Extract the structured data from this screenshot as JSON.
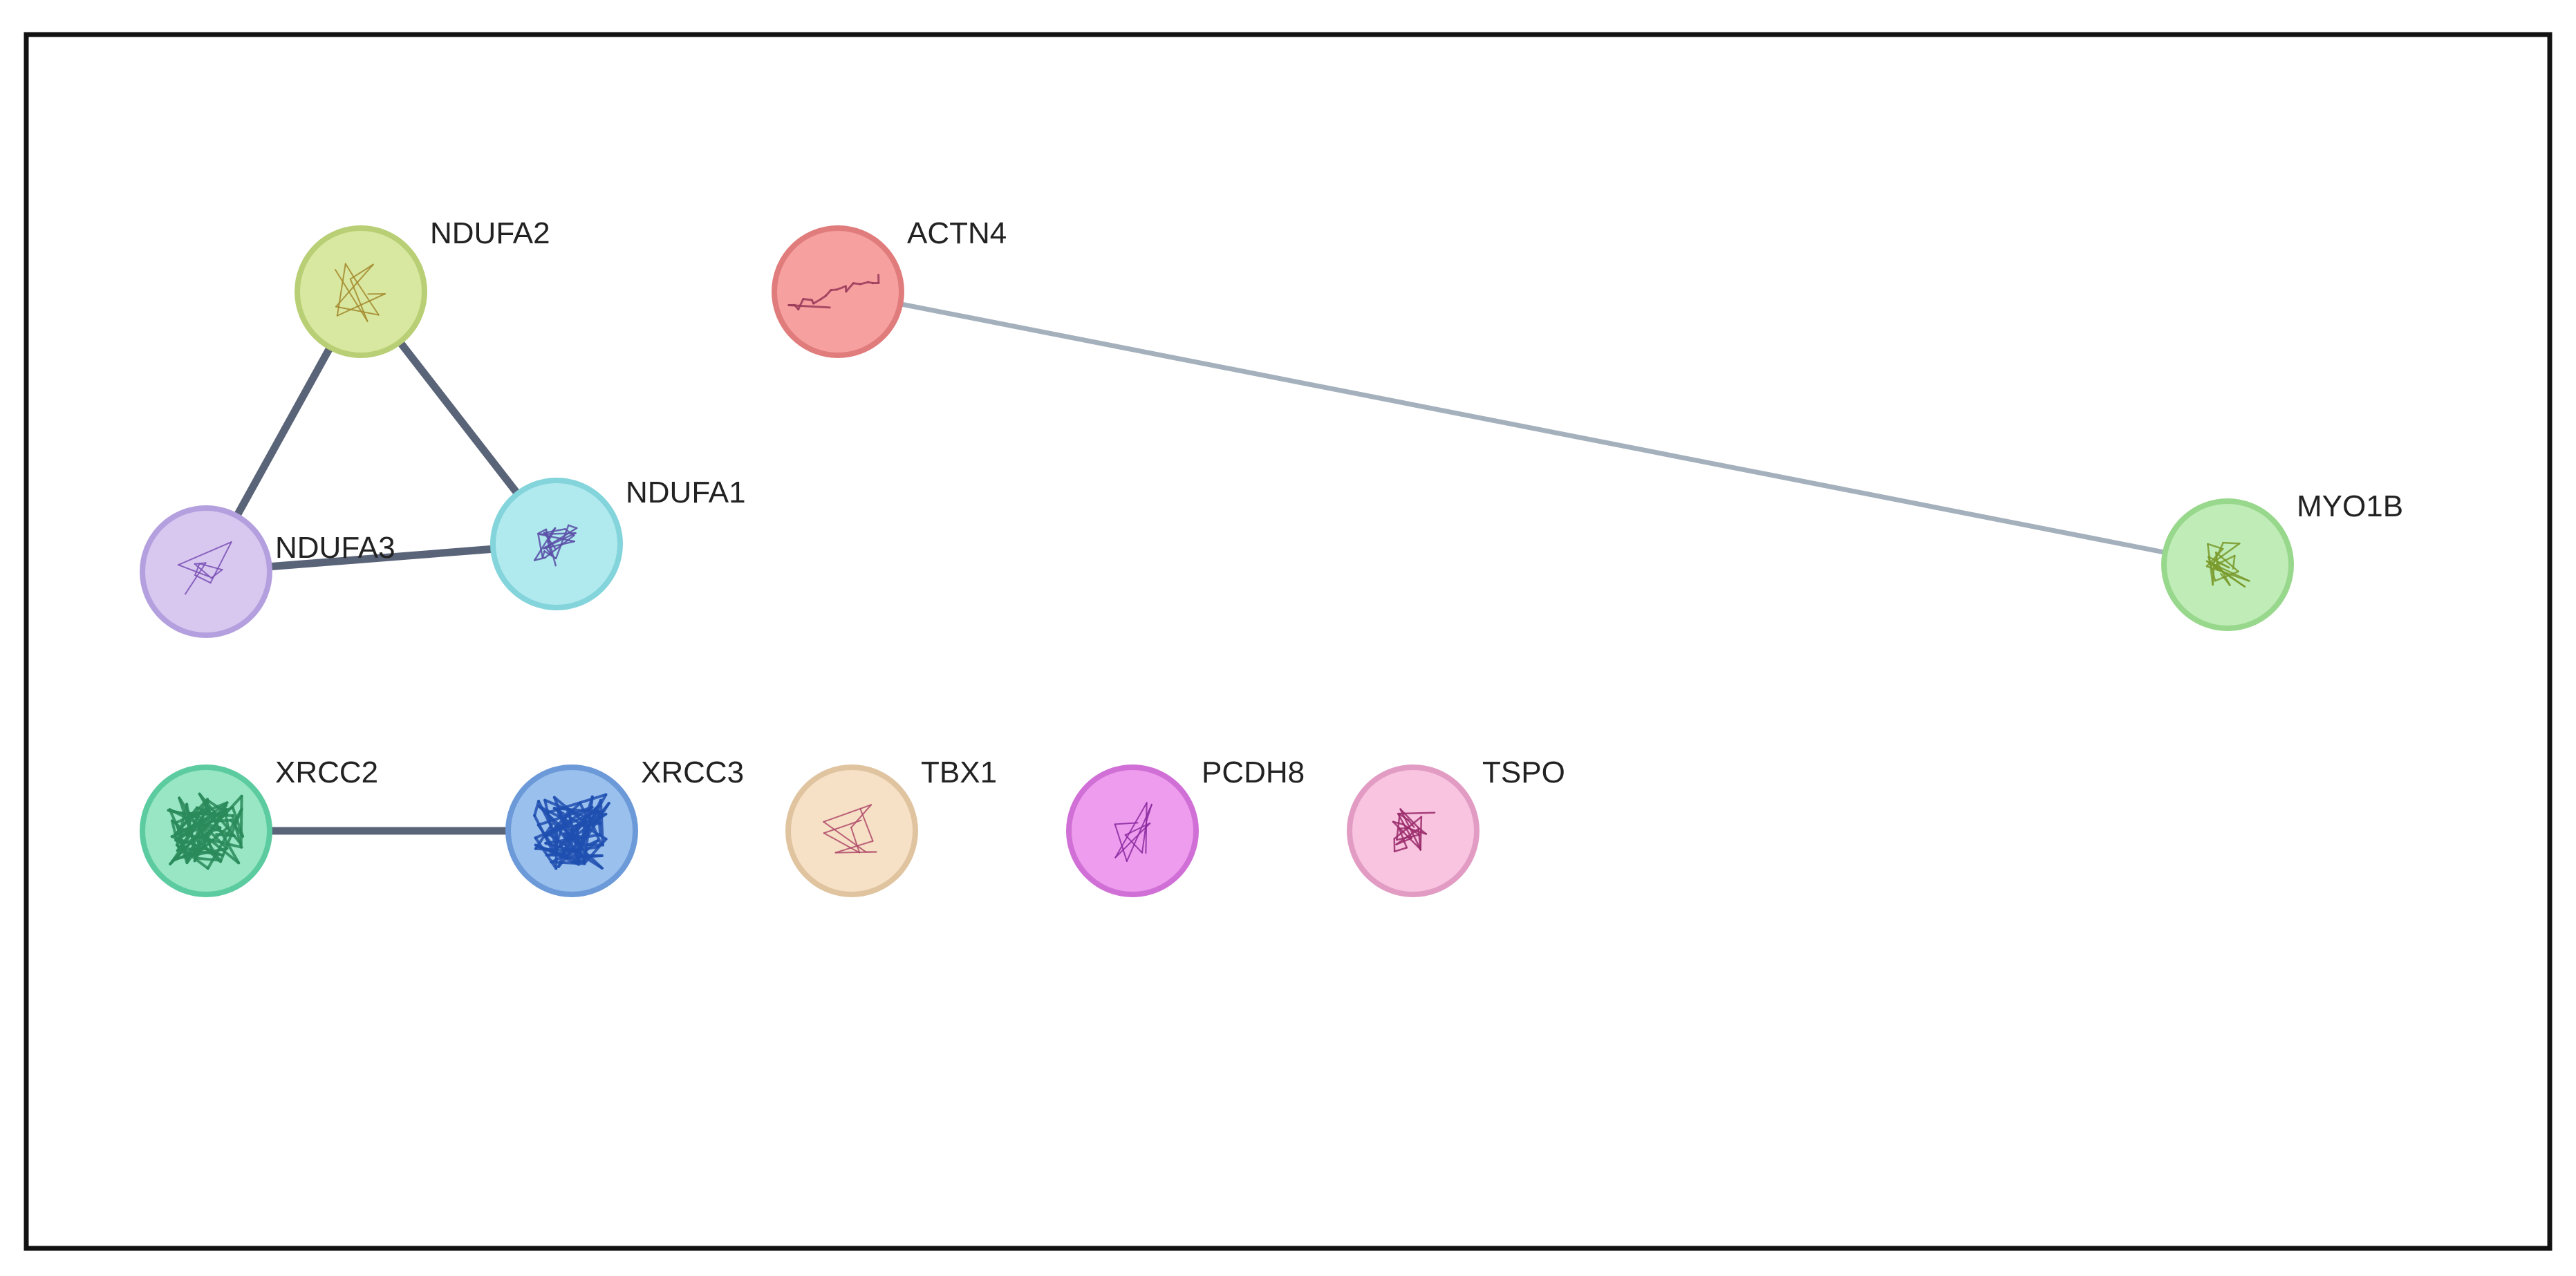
{
  "network": {
    "nodes": [
      {
        "id": "NDUFA2",
        "label": "NDUFA2",
        "color": "#d8e8a0",
        "stroke": "#b9cf75",
        "structure": "sparse",
        "ink": "#a4882c"
      },
      {
        "id": "NDUFA3",
        "label": "NDUFA3",
        "color": "#d8c8f0",
        "stroke": "#b4a0de",
        "structure": "sparse",
        "ink": "#7a4fb4"
      },
      {
        "id": "NDUFA1",
        "label": "NDUFA1",
        "color": "#b0eaee",
        "stroke": "#83d4db",
        "structure": "coil",
        "ink": "#5b4fa8"
      },
      {
        "id": "ACTN4",
        "label": "ACTN4",
        "color": "#f6a0a0",
        "stroke": "#e07c7c",
        "structure": "helix",
        "ink": "#9a3b5a"
      },
      {
        "id": "MYO1B",
        "label": "MYO1B",
        "color": "#c0ecb8",
        "stroke": "#98d88c",
        "structure": "coil",
        "ink": "#7a9a2c"
      },
      {
        "id": "XRCC2",
        "label": "XRCC2",
        "color": "#98e6c4",
        "stroke": "#5ccca0",
        "structure": "dense",
        "ink": "#2a8a5a"
      },
      {
        "id": "XRCC3",
        "label": "XRCC3",
        "color": "#9ac0ee",
        "stroke": "#6c9ad8",
        "structure": "dense",
        "ink": "#1f4fb0"
      },
      {
        "id": "TBX1",
        "label": "TBX1",
        "color": "#f6e0c6",
        "stroke": "#e0c4a0",
        "structure": "sparse",
        "ink": "#b04a6a"
      },
      {
        "id": "PCDH8",
        "label": "PCDH8",
        "color": "#ee9cee",
        "stroke": "#d070d6",
        "structure": "sparse",
        "ink": "#8a2aa0"
      },
      {
        "id": "TSPO",
        "label": "TSPO",
        "color": "#f8c4e0",
        "stroke": "#e29cc4",
        "structure": "coil",
        "ink": "#9a2a6a"
      }
    ],
    "edges": [
      {
        "from": "NDUFA2",
        "to": "NDUFA3",
        "color": "#5a6478",
        "weight": "strong"
      },
      {
        "from": "NDUFA2",
        "to": "NDUFA1",
        "color": "#5a6478",
        "weight": "strong"
      },
      {
        "from": "NDUFA3",
        "to": "NDUFA1",
        "color": "#5a6478",
        "weight": "strong"
      },
      {
        "from": "ACTN4",
        "to": "MYO1B",
        "color": "#a4b0bc",
        "weight": "weak"
      },
      {
        "from": "XRCC2",
        "to": "XRCC3",
        "color": "#5a6478",
        "weight": "strong"
      }
    ]
  }
}
